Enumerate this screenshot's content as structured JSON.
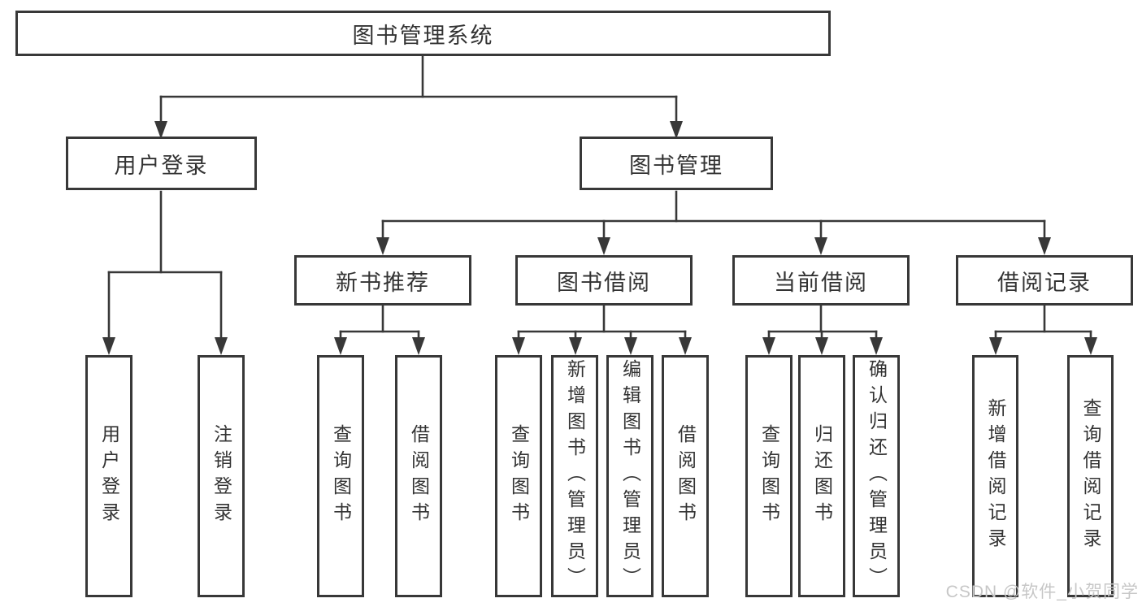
{
  "diagram": {
    "root": {
      "label": "图书管理系统"
    },
    "level2": {
      "user_login": {
        "label": "用户登录"
      },
      "book_mgmt": {
        "label": "图书管理"
      }
    },
    "level3": {
      "new_book_rec": {
        "label": "新书推荐"
      },
      "book_borrow": {
        "label": "图书借阅"
      },
      "current_borrow": {
        "label": "当前借阅"
      },
      "borrow_record": {
        "label": "借阅记录"
      }
    },
    "leaves": {
      "user_login_leaf": {
        "label": "用户登录"
      },
      "logout": {
        "label": "注销登录"
      },
      "rec_query_book": {
        "label": "查询图书"
      },
      "rec_borrow_book": {
        "label": "借阅图书"
      },
      "bb_query_book": {
        "label": "查询图书"
      },
      "bb_add_book": {
        "label": "新增图书（管理员）"
      },
      "bb_edit_book": {
        "label": "编辑图书（管理员）"
      },
      "bb_borrow_book": {
        "label": "借阅图书"
      },
      "cb_query_book": {
        "label": "查询图书"
      },
      "cb_return_book": {
        "label": "归还图书"
      },
      "cb_confirm_return": {
        "label": "确认归还（管理员）"
      },
      "br_add_record": {
        "label": "新增借阅记录"
      },
      "br_query_record": {
        "label": "查询借阅记录"
      }
    }
  },
  "watermark": "CSDN @软件_小贺同学",
  "colors": {
    "line": "#383838",
    "text": "#333333",
    "watermark": "#c7c7c7",
    "background": "#ffffff"
  }
}
